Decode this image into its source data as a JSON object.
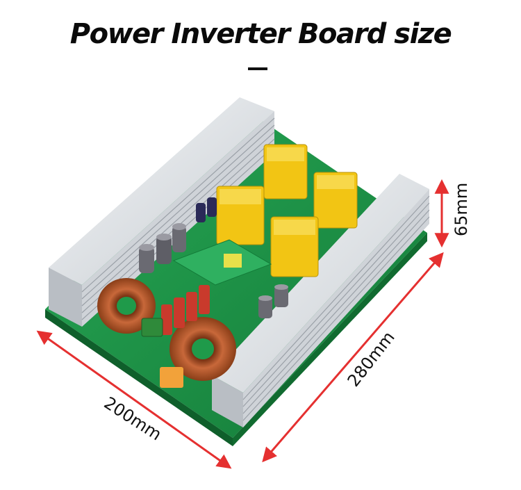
{
  "header": {
    "title": "Power Inverter Board size"
  },
  "dimensions": {
    "height_label": "65mm",
    "length_label": "280mm",
    "width_label": "200mm"
  },
  "colors": {
    "arrow": "#e53030",
    "board": "#1f9a4a",
    "heatsink": "#d9dde1",
    "transformer": "#f2c514",
    "coil": "#b85a2a",
    "capacitor": "#6a6a72"
  }
}
